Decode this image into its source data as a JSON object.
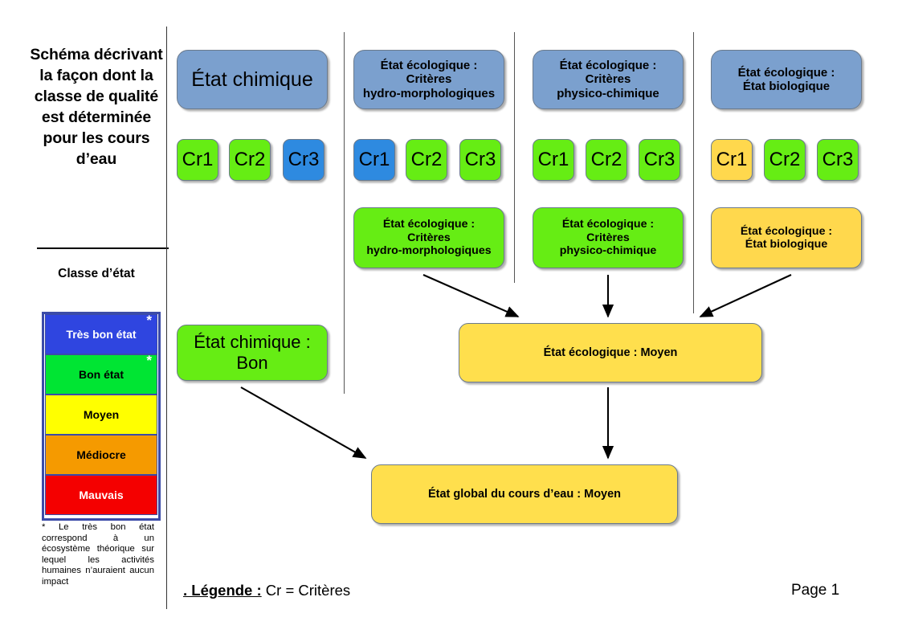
{
  "title": "Schéma décrivant la façon dont la classe de qualité est déterminée pour les cours d’eau",
  "legend_panel": {
    "heading": "Classe d’état",
    "bands": [
      {
        "label": "Très bon état",
        "color": "#2f45e0",
        "text_color": "#ffffff",
        "star": "*"
      },
      {
        "label": "Bon état",
        "color": "#00e533",
        "text_color": "#000000",
        "star": "*"
      },
      {
        "label": "Moyen",
        "color": "#ffff00",
        "text_color": "#000000",
        "star": ""
      },
      {
        "label": "Médiocre",
        "color": "#f59a00",
        "text_color": "#000000",
        "star": ""
      },
      {
        "label": "Mauvais",
        "color": "#f40000",
        "text_color": "#ffffff",
        "star": ""
      }
    ],
    "footnote": "* Le très bon état correspond à un écosystème théorique sur lequel les activités humaines n’auraient aucun impact"
  },
  "columns": [
    {
      "header": "État chimique",
      "header_color": "#7ba0ce",
      "criteria": [
        {
          "label": "Cr1",
          "color": "#66ed14"
        },
        {
          "label": "Cr2",
          "color": "#66ed14"
        },
        {
          "label": "Cr3",
          "color": "#2e8ae0"
        }
      ],
      "result": null
    },
    {
      "header": "État écologique : Critères hydro-morphologiques",
      "header_color": "#7ba0ce",
      "criteria": [
        {
          "label": "Cr1",
          "color": "#2e8ae0"
        },
        {
          "label": "Cr2",
          "color": "#66ed14"
        },
        {
          "label": "Cr3",
          "color": "#66ed14"
        }
      ],
      "result": {
        "label": "État écologique : Critères hydro-morphologiques",
        "color": "#66ed14"
      }
    },
    {
      "header": "État écologique : Critères physico-chimique",
      "header_color": "#7ba0ce",
      "criteria": [
        {
          "label": "Cr1",
          "color": "#66ed14"
        },
        {
          "label": "Cr2",
          "color": "#66ed14"
        },
        {
          "label": "Cr3",
          "color": "#66ed14"
        }
      ],
      "result": {
        "label": "État écologique : Critères physico-chimique",
        "color": "#66ed14"
      }
    },
    {
      "header": "État écologique : État biologique",
      "header_color": "#7ba0ce",
      "criteria": [
        {
          "label": "Cr1",
          "color": "#ffd84d"
        },
        {
          "label": "Cr2",
          "color": "#66ed14"
        },
        {
          "label": "Cr3",
          "color": "#66ed14"
        }
      ],
      "result": {
        "label": "État écologique : État biologique",
        "color": "#ffd84d"
      }
    }
  ],
  "headers": {
    "col1": "État chimique",
    "col2_line1": "État écologique :",
    "col2_line2": "Critères",
    "col2_line3": "hydro-morphologiques",
    "col3_line1": "État écologique :",
    "col3_line2": "Critères",
    "col3_line3": "physico-chimique",
    "col4_line1": "État écologique :",
    "col4_line2": "État biologique"
  },
  "criteria_labels": {
    "c1_1": "Cr1",
    "c1_2": "Cr2",
    "c1_3": "Cr3",
    "c2_1": "Cr1",
    "c2_2": "Cr2",
    "c2_3": "Cr3",
    "c3_1": "Cr1",
    "c3_2": "Cr2",
    "c3_3": "Cr3",
    "c4_1": "Cr1",
    "c4_2": "Cr2",
    "c4_3": "Cr3"
  },
  "results": {
    "r2_line1": "État écologique :",
    "r2_line2": "Critères",
    "r2_line3": "hydro-morphologiques",
    "r3_line1": "État écologique :",
    "r3_line2": "Critères",
    "r3_line3": "physico-chimique",
    "r4_line1": "État écologique :",
    "r4_line2": "État biologique"
  },
  "outcomes": {
    "chemical_line1": "État chimique :",
    "chemical_line2": "Bon",
    "chemical_color": "#66ed14",
    "ecological": "État écologique : Moyen",
    "ecological_color": "#ffdf4d",
    "global": "État global du cours d’eau : Moyen",
    "global_color": "#ffdf4d"
  },
  "footer": {
    "legend_label": ". Légende :",
    "legend_text": "Cr = Critères",
    "page": "Page 1"
  }
}
